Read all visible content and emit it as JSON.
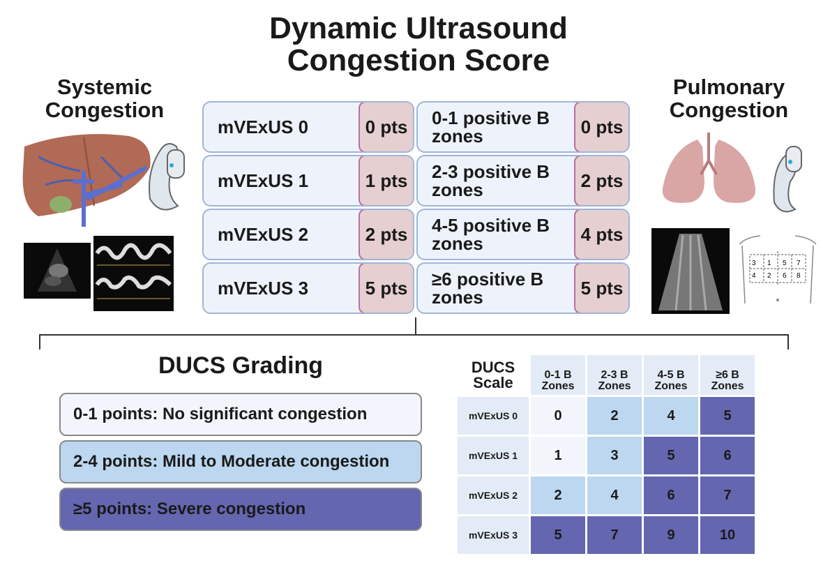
{
  "title": "Dynamic Ultrasound Congestion Score",
  "systemic": {
    "title": "Systemic Congestion"
  },
  "pulmonary": {
    "title": "Pulmonary Congestion"
  },
  "venous_rows": [
    {
      "label": "mVExUS 0",
      "pts": "0 pts"
    },
    {
      "label": "mVExUS 1",
      "pts": "1 pts"
    },
    {
      "label": "mVExUS 2",
      "pts": "2 pts"
    },
    {
      "label": "mVExUS 3",
      "pts": "5 pts"
    }
  ],
  "bline_rows": [
    {
      "label": "0-1 positive B zones",
      "pts": "0 pts"
    },
    {
      "label": "2-3 positive B zones",
      "pts": "2 pts"
    },
    {
      "label": "4-5 positive B zones",
      "pts": "4 pts"
    },
    {
      "label": "≥6 positive B zones",
      "pts": "5 pts"
    }
  ],
  "grading": {
    "title": "DUCS Grading",
    "items": [
      {
        "text": "0-1 points: No significant congestion",
        "color": "#f2f6fc"
      },
      {
        "text": "2-4 points: Mild to Moderate congestion",
        "color": "#bcd7ef"
      },
      {
        "text": "≥5 points: Severe congestion",
        "color": "#6466b0"
      }
    ]
  },
  "scale": {
    "title": "DUCS Scale",
    "columns": [
      "0-1 B Zones",
      "2-3 B Zones",
      "4-5 B Zones",
      "≥6 B Zones"
    ],
    "rows": [
      {
        "label": "mVExUS 0",
        "values": [
          "0",
          "2",
          "4",
          "5"
        ],
        "levels": [
          0,
          1,
          1,
          2
        ]
      },
      {
        "label": "mVExUS 1",
        "values": [
          "1",
          "3",
          "5",
          "6"
        ],
        "levels": [
          0,
          1,
          2,
          2
        ]
      },
      {
        "label": "mVExUS 2",
        "values": [
          "2",
          "4",
          "6",
          "7"
        ],
        "levels": [
          1,
          1,
          2,
          2
        ]
      },
      {
        "label": "mVExUS 3",
        "values": [
          "5",
          "7",
          "9",
          "10"
        ],
        "levels": [
          2,
          2,
          2,
          2
        ]
      }
    ]
  },
  "lung_zone_numbers": [
    "3",
    "1",
    "5",
    "7",
    "4",
    "2",
    "6",
    "8"
  ]
}
